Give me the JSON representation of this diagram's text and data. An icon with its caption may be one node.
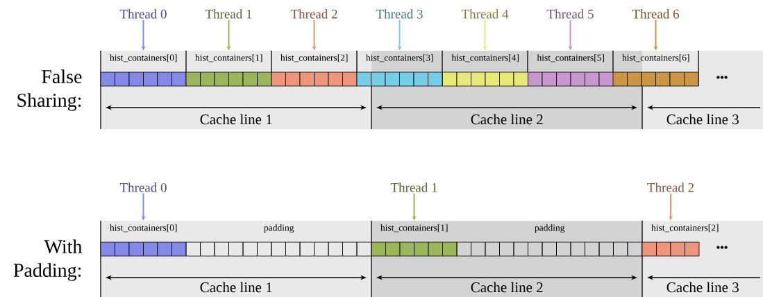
{
  "diagram": {
    "nodes": [
      {
        "text": [
          "Thread 0"
        ]
      },
      {
        "text": [
          "Thread 1"
        ]
      },
      {
        "text": [
          "Thread 2"
        ]
      },
      {
        "text": [
          "Thread 3"
        ]
      },
      {
        "text": [
          "Thread 4"
        ]
      },
      {
        "text": [
          "Thread 5"
        ]
      },
      {
        "text": [
          "Thread 6"
        ]
      },
      {
        "text": [
          "Cache line 1"
        ]
      },
      {
        "text": [
          "Cache line 2"
        ]
      },
      {
        "text": [
          "Cache line 3"
        ]
      },
      {
        "text": [
          "hist_containers[0]"
        ],
        "in": 7
      },
      {
        "text": [
          "hist_containers[1]"
        ],
        "in": 7
      },
      {
        "text": [
          "hist_containers[2]"
        ],
        "in": 7
      },
      {
        "text": [
          "hist_containers[3]"
        ]
      },
      {
        "text": [
          "hist_containers[4]"
        ],
        "in": 8
      },
      {
        "text": [
          "hist_containers[5]"
        ],
        "in": 8
      },
      {
        "text": [
          "hist_containers[6]"
        ]
      },
      {
        "text": [
          "Thread 0"
        ]
      },
      {
        "text": [
          "Thread 1"
        ]
      },
      {
        "text": [
          "Thread 2"
        ]
      },
      {
        "text": [
          "Cache line 1"
        ]
      },
      {
        "text": [
          "Cache line 2"
        ]
      },
      {
        "text": [
          "Cache line 3"
        ]
      },
      {
        "text": [
          "hist_containers[0]"
        ],
        "in": 20
      },
      {
        "text": [
          "padding"
        ],
        "in": 20
      },
      {
        "text": [
          "hist_containers[1]"
        ],
        "in": 21
      },
      {
        "text": [
          "padding"
        ],
        "in": 21
      },
      {
        "text": [
          "hist_containers[2]"
        ],
        "in": 22
      }
    ],
    "edges": [
      {
        "from": 0,
        "to": 10,
        "arrow": "to",
        "color": "#8489e6"
      },
      {
        "from": 1,
        "to": 11,
        "arrow": "to",
        "color": "#9bb55b"
      },
      {
        "from": 2,
        "to": 12,
        "arrow": "to",
        "color": "#ec977b"
      },
      {
        "from": 3,
        "to": 13,
        "arrow": "to",
        "color": "#76cde8"
      },
      {
        "from": 4,
        "to": 14,
        "arrow": "to",
        "color": "#e9e97a"
      },
      {
        "from": 5,
        "to": 15,
        "arrow": "to",
        "color": "#c897cf"
      },
      {
        "from": 6,
        "to": 16,
        "arrow": "to",
        "color": "#cb9545"
      },
      {
        "from": 17,
        "to": 23,
        "arrow": "to",
        "color": "#8489e6"
      },
      {
        "from": 18,
        "to": 25,
        "arrow": "to",
        "color": "#9bb55b"
      },
      {
        "from": 19,
        "to": 27,
        "arrow": "to",
        "color": "#ec977b"
      }
    ],
    "labels": [
      "False Sharing:",
      "•••",
      "With Padding:",
      "•••"
    ]
  }
}
